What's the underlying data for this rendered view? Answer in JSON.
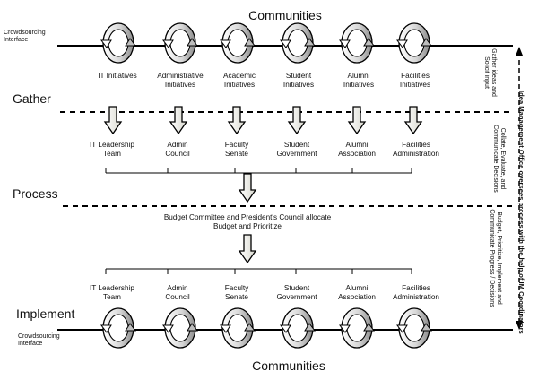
{
  "diagram": {
    "top_title": "Communities",
    "bottom_title": "Communities",
    "crowdsourcing_top": "Crowdsourcing Interface",
    "crowdsourcing_bottom": "Crowdsourcing Interface",
    "phases": {
      "gather": "Gather",
      "process": "Process",
      "implement": "Implement"
    },
    "initiatives": [
      "IT Initiatives",
      "Administrative Initiatives",
      "Academic Initiatives",
      "Student Initiatives",
      "Alumni Initiatives",
      "Facilities Initiatives"
    ],
    "groups_upper": [
      "IT Leadership Team",
      "Admin Council",
      "Faculty Senate",
      "Student Government",
      "Alumni Association",
      "Facilities Administration"
    ],
    "groups_lower": [
      "IT Leadership Team",
      "Admin Council",
      "Faculty Senate",
      "Student Government",
      "Alumni Association",
      "Facilities Administration"
    ],
    "budget_text": "Budget Committee and President's Council allocate Budget and Prioritize",
    "side_notes": {
      "gather": "Gather ideas and Solicit input",
      "collate": "Collate, Evaluate, and Communicate Decisions",
      "budget": "Budget, Prioritize, Implement and Communicate Progress / Decisions"
    },
    "oversight": "Idea Management Office oversees process with the help of IM Coordinators"
  }
}
